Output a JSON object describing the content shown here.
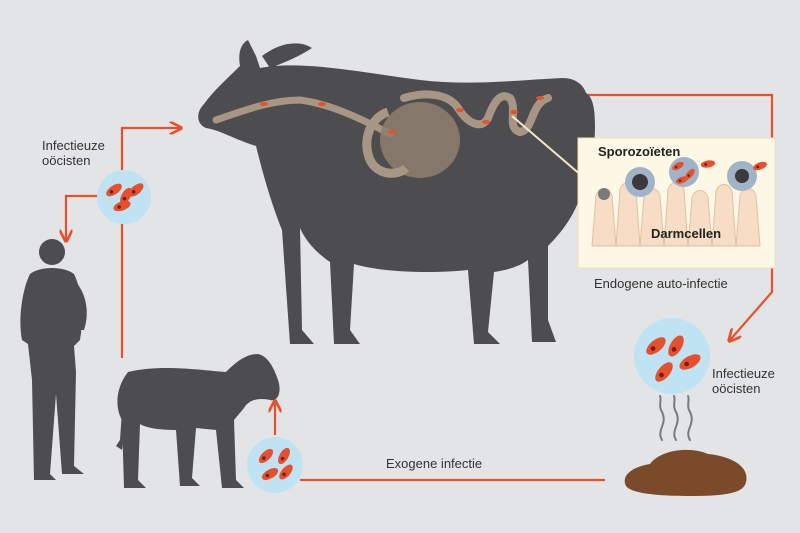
{
  "labels": {
    "infectious_oocysts_left": "Infectieuze\noöcisten",
    "infectious_oocysts_right": "Infectieuze\noöcisten",
    "sporozoites": "Sporozoïeten",
    "gut_cells": "Darmcellen",
    "endogenous": "Endogene auto-infectie",
    "exogenous": "Exogene infectie"
  },
  "colors": {
    "background": "#e3e4e6",
    "silhouette": "#4d4d4f",
    "arrow": "#e8502c",
    "oocyst_bubble": "#bfe3f2",
    "oocyst": "#e8502c",
    "intestine": "#a89684",
    "inset_background": "#fdf8e6",
    "gut_cell": "#f7dcc6"
  }
}
